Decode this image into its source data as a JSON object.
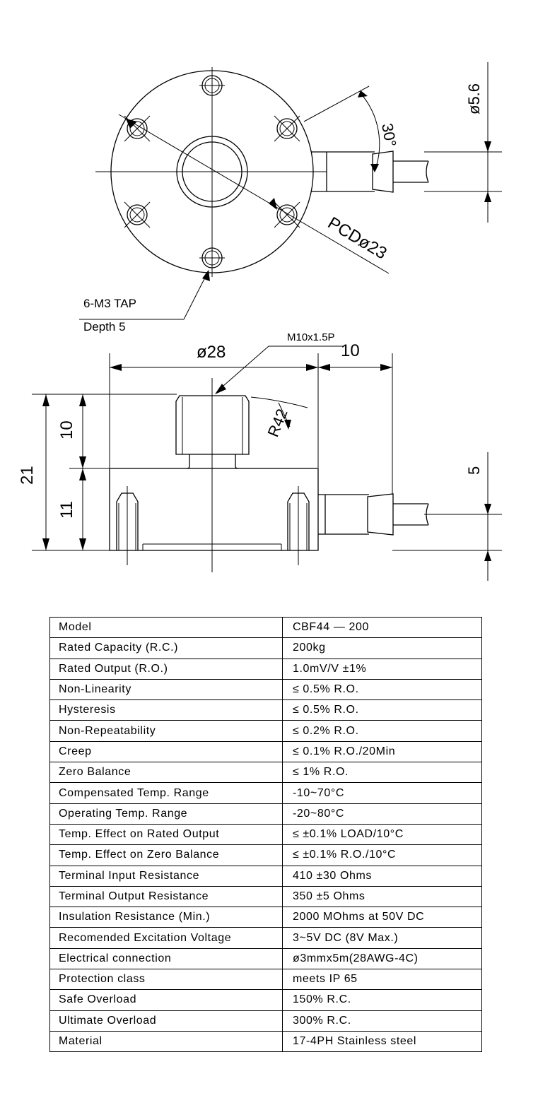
{
  "drawing": {
    "dim_cable_dia": "ø5.6",
    "dim_angle": "30°",
    "dim_pcd": "PCDø23",
    "tap_note_line1": "6-M3 TAP",
    "tap_note_line2": "Depth 5",
    "dim_outer_dia": "ø28",
    "thread_note": "M10x1.5P",
    "dim_button_height": "10",
    "dim_radius": "R42",
    "dim_total_height": "21",
    "dim_upper": "10",
    "dim_lower": "11",
    "dim_cable_height": "5"
  },
  "specs": [
    {
      "label": "Model",
      "value": "CBF44 — 200"
    },
    {
      "label": "Rated Capacity (R.C.)",
      "value": "200kg"
    },
    {
      "label": "Rated Output (R.O.)",
      "value": "1.0mV/V ±1%"
    },
    {
      "label": "Non-Linearity",
      "value": "≤ 0.5% R.O."
    },
    {
      "label": "Hysteresis",
      "value": "≤ 0.5% R.O."
    },
    {
      "label": "Non-Repeatability",
      "value": "≤ 0.2% R.O."
    },
    {
      "label": "Creep",
      "value": "≤ 0.1% R.O./20Min"
    },
    {
      "label": "Zero Balance",
      "value": "≤ 1% R.O."
    },
    {
      "label": "Compensated Temp. Range",
      "value": "-10~70°C"
    },
    {
      "label": "Operating Temp. Range",
      "value": "-20~80°C"
    },
    {
      "label": "Temp. Effect on Rated Output",
      "value": "≤ ±0.1% LOAD/10°C"
    },
    {
      "label": "Temp. Effect on Zero Balance",
      "value": "≤ ±0.1% R.O./10°C"
    },
    {
      "label": "Terminal Input Resistance",
      "value": "410 ±30 Ohms"
    },
    {
      "label": "Terminal Output Resistance",
      "value": "350 ±5 Ohms"
    },
    {
      "label": "Insulation Resistance (Min.)",
      "value": "2000 MOhms at 50V DC"
    },
    {
      "label": "Recomended Excitation Voltage",
      "value": "3~5V DC (8V Max.)"
    },
    {
      "label": "Electrical connection",
      "value": "ø3mmx5m(28AWG-4C)"
    },
    {
      "label": "Protection class",
      "value": "meets IP 65"
    },
    {
      "label": "Safe Overload",
      "value": "150% R.C."
    },
    {
      "label": "Ultimate Overload",
      "value": "300% R.C."
    },
    {
      "label": "Material",
      "value": "17-4PH Stainless steel"
    }
  ]
}
